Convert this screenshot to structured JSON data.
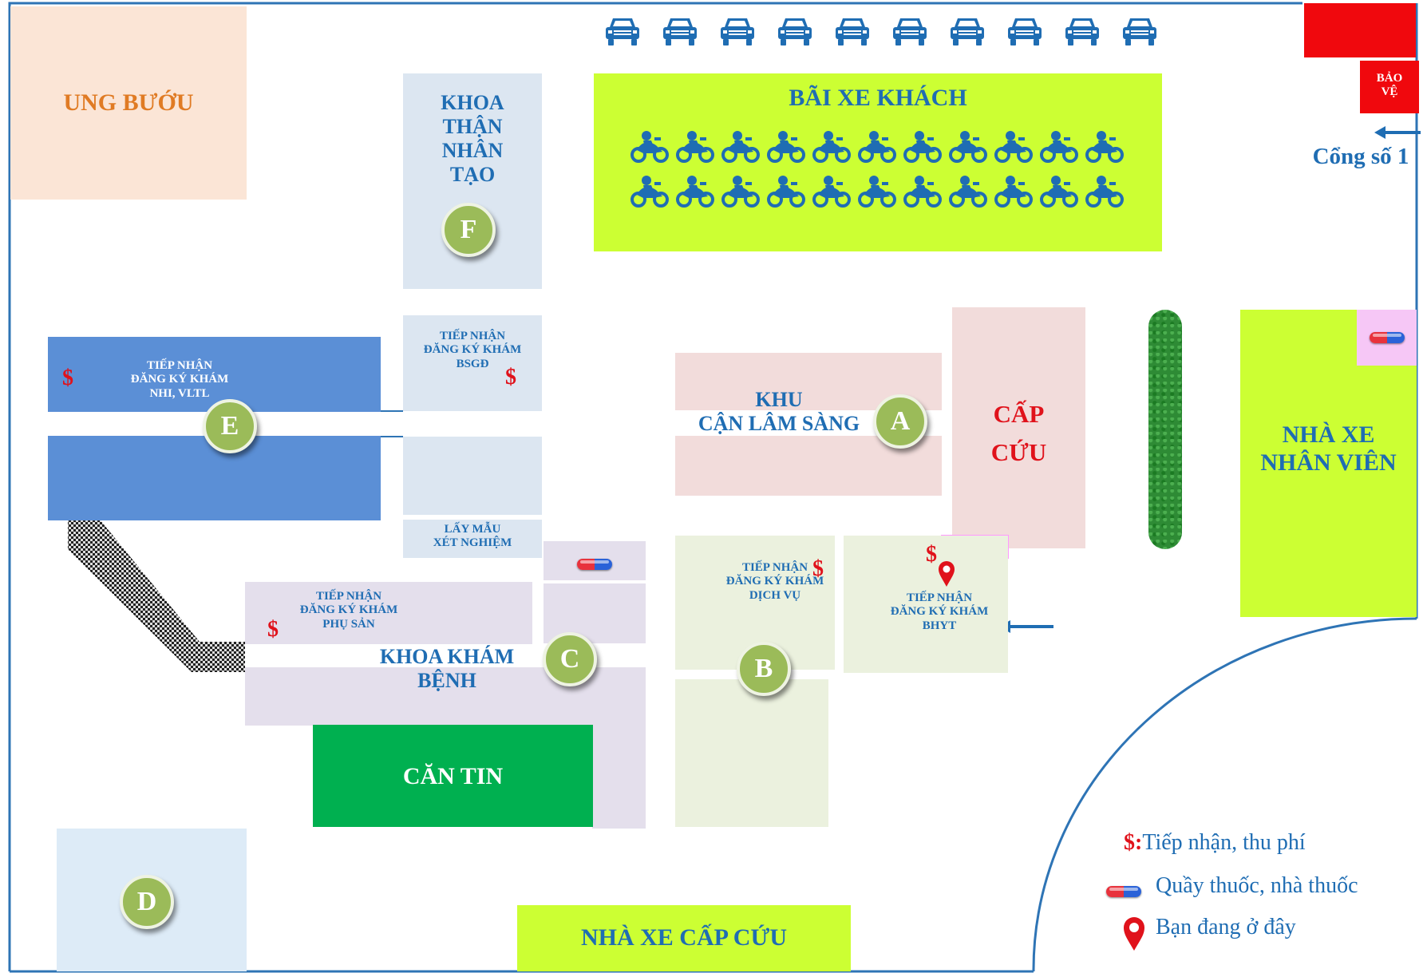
{
  "areas": {
    "ung_buou": "UNG BƯỚU",
    "khoa_than": "KHOA\nTHẬN\nNHÂN\nTẠO",
    "bai_xe_khach": "BÃI XE KHÁCH",
    "bao_ve": "BẢO\nVỆ",
    "cong_so_1": "Cổng số 1",
    "tiep_nhan_nhi": "TIẾP NHẬN\nĐĂNG KÝ KHÁM\nNHI, VLTL",
    "tiep_nhan_bsgd": "TIẾP NHẬN\nĐĂNG KÝ KHÁM\nBSGĐ",
    "khu_can_lam_sang": "KHU\nCẬN LÂM SÀNG",
    "cap_cuu": "CẤP\nCỨU",
    "nha_xe_nhan_vien": "NHÀ XE\nNHÂN VIÊN",
    "lay_mau": "LẤY MẪU\nXÉT NGHIỆM",
    "tiep_nhan_dich_vu": "TIẾP NHẬN\nĐĂNG KÝ KHÁM\nDỊCH VỤ",
    "tiep_nhan_bhyt": "TIẾP NHẬN\nĐĂNG KÝ KHÁM\nBHYT",
    "tiep_nhan_phu_san": "TIẾP NHẬN\nĐĂNG KÝ KHÁM\nPHỤ SẢN",
    "khoa_kham_benh": "KHOA KHÁM\nBỆNH",
    "can_tin": "CĂN TIN",
    "nha_xe_cap_cuu": "NHÀ XE CẤP CỨU"
  },
  "badges": {
    "a": "A",
    "b": "B",
    "c": "C",
    "d": "D",
    "e": "E",
    "f": "F"
  },
  "dollar_sign": "$",
  "legend": {
    "dollar_symbol": "$:",
    "fee_text": "Tiếp nhận, thu phí",
    "pharmacy_text": "Quầy thuốc, nhà thuốc",
    "here_text": "Bạn đang ở đây"
  },
  "parking": {
    "cars": 10,
    "motorbike_rows": 2,
    "motorbikes_per_row": 11
  },
  "colors": {
    "label_blue": "#1f6db3",
    "orange": "#e07b24",
    "red": "#e0121b",
    "lime": "#ccff33",
    "green_dark": "#00b050",
    "blue_block": "#5b8fd6",
    "light_blue": "#dce6f1",
    "light_pink": "#f2dcdb",
    "light_green": "#ebf1de",
    "light_purple": "#e4dfec",
    "peach": "#fbe5d6",
    "pink_strip": "#ff99ff"
  }
}
